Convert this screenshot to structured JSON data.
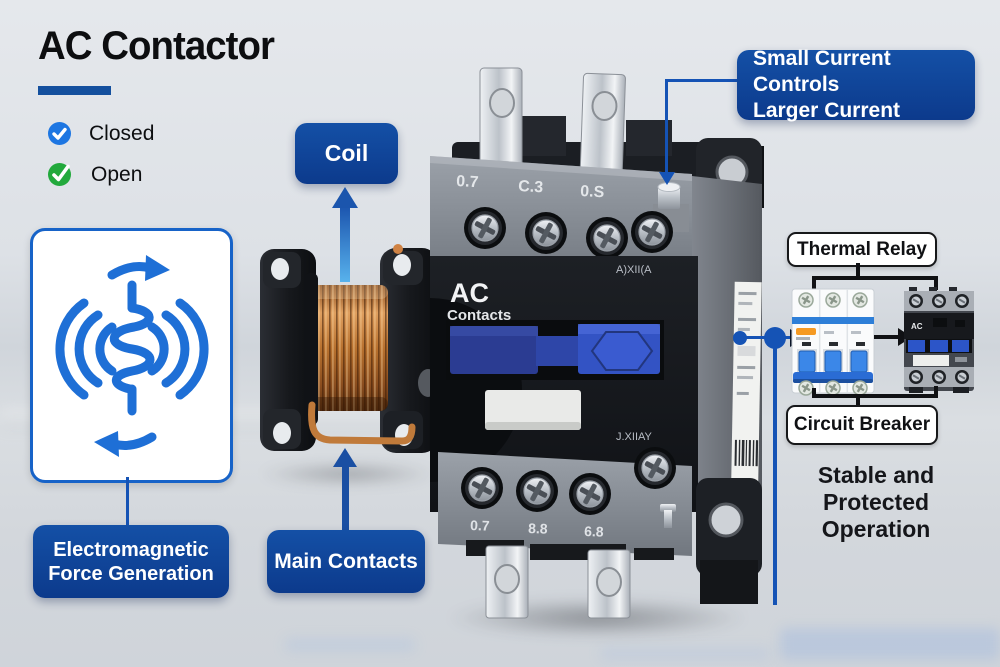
{
  "title": "AC Contactor",
  "legend": {
    "closed": "Closed",
    "open": "Open"
  },
  "callouts": {
    "coil": "Coil",
    "main_contacts": "Main Contacts",
    "electromagnetic_line1": "Electromagnetic",
    "electromagnetic_line2": "Force Generation",
    "small_current_line1": "Small Current Controls",
    "small_current_line2": "Larger Current",
    "thermal_relay": "Thermal Relay",
    "circuit_breaker": "Circuit Breaker",
    "stable_line1": "Stable and Protected",
    "stable_line2": "Operation"
  },
  "device": {
    "name_line1": "AC",
    "name_line2": "Contacts",
    "marking_top": "A)XII(A",
    "marking_bottom": "J.XIIAY",
    "top_terminals": [
      "0.7",
      "C.3",
      "0.S"
    ],
    "bottom_terminals": [
      "0.7",
      "8.8",
      "6.8"
    ]
  },
  "icons": {
    "closed": "check-circle-icon",
    "open": "check-circle-icon",
    "electromagnetic": "electromagnetic-force-icon",
    "coil_pointer": "arrow-up-icon",
    "main_contacts_pointer": "arrow-up-icon",
    "small_current_pointer": "arrow-down-icon",
    "flow_left": "arrow-right-icon",
    "flow_right": "arrow-right-icon"
  },
  "colors": {
    "accent_blue": "#1553b5",
    "box_blue": "#0f459e",
    "check_blue": "#1d76e2",
    "check_green": "#22a93c",
    "line_black": "#101114",
    "title_underline": "#14509e"
  }
}
